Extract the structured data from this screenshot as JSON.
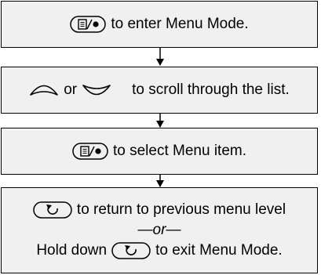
{
  "steps": [
    {
      "text": "to enter Menu Mode.",
      "icon": "menu-select-button-icon"
    },
    {
      "connector": "or",
      "text": "to scroll through the list.",
      "icons": [
        "up-scroll-icon",
        "down-scroll-icon"
      ]
    },
    {
      "text": "to select Menu item.",
      "icon": "menu-select-button-icon"
    },
    {
      "line1": "to return to previous menu level",
      "separator": "—or—",
      "line3_prefix": "Hold down",
      "line3_suffix": "to exit Menu Mode.",
      "icon": "back-button-icon"
    }
  ],
  "colors": {
    "box_fill": "#f0f0f0",
    "stroke": "#000000"
  }
}
